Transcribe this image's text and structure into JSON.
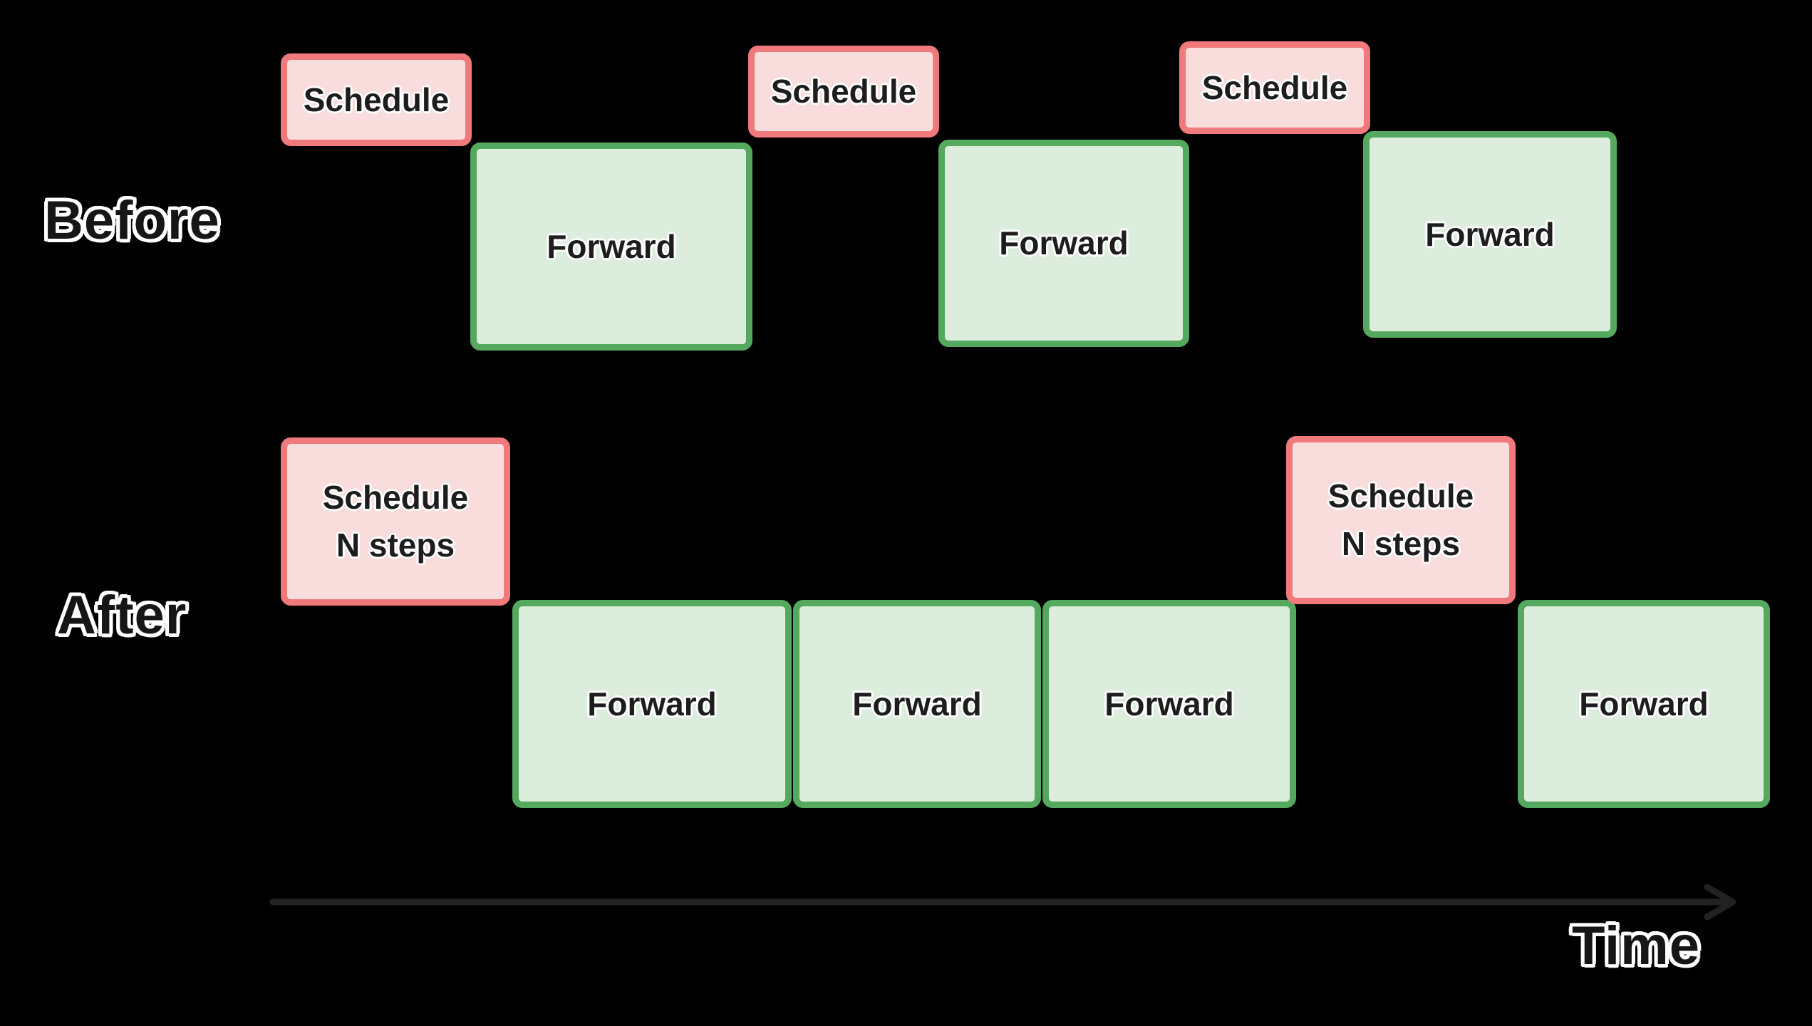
{
  "colors": {
    "bg": "#000000",
    "schedule_fill": "#f9dcdc",
    "schedule_border": "#f0797b",
    "forward_fill": "#dcecdd",
    "forward_border": "#54a95e",
    "box_text": "#1d1d1d",
    "label_fill": "#161616",
    "label_outline": "#ffffff",
    "arrow": "#222222"
  },
  "rows": [
    {
      "label": "Before",
      "events": [
        {
          "kind": "schedule",
          "label": "Schedule"
        },
        {
          "kind": "forward",
          "label": "Forward"
        },
        {
          "kind": "schedule",
          "label": "Schedule"
        },
        {
          "kind": "forward",
          "label": "Forward"
        },
        {
          "kind": "schedule",
          "label": "Schedule"
        },
        {
          "kind": "forward",
          "label": "Forward"
        }
      ]
    },
    {
      "label": "After",
      "events": [
        {
          "kind": "schedule",
          "lines": [
            "Schedule",
            "N steps"
          ]
        },
        {
          "kind": "forward",
          "label": "Forward"
        },
        {
          "kind": "forward",
          "label": "Forward"
        },
        {
          "kind": "forward",
          "label": "Forward"
        },
        {
          "kind": "schedule",
          "lines": [
            "Schedule",
            "N steps"
          ]
        },
        {
          "kind": "forward",
          "label": "Forward"
        }
      ]
    }
  ],
  "axis": {
    "label": "Time"
  }
}
